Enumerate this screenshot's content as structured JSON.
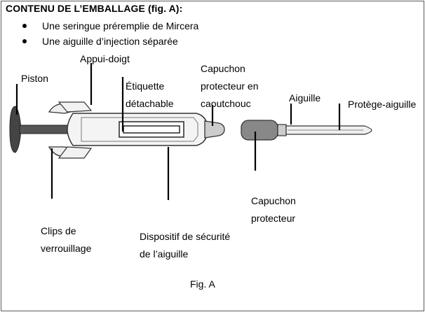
{
  "heading": "CONTENU DE L’EMBALLAGE (fig. A):",
  "items": [
    "Une seringue préremplie de Mircera",
    "Une aiguille d’injection séparée"
  ],
  "labels": {
    "piston": "Piston",
    "appui_doigt": "Appui-doigt",
    "etiquette": [
      "Étiquette",
      "détachable"
    ],
    "capuchon_caoutchouc": [
      "Capuchon",
      "protecteur en",
      "caoutchouc"
    ],
    "aiguille": "Aiguille",
    "protege_aiguille": "Protège-aiguille",
    "clips": [
      "Clips de",
      "verrouillage"
    ],
    "dispositif": [
      "Dispositif de sécurité",
      "de l’aiguille"
    ],
    "capuchon_protecteur": [
      "Capuchon",
      "protecteur"
    ]
  },
  "caption": "Fig. A"
}
